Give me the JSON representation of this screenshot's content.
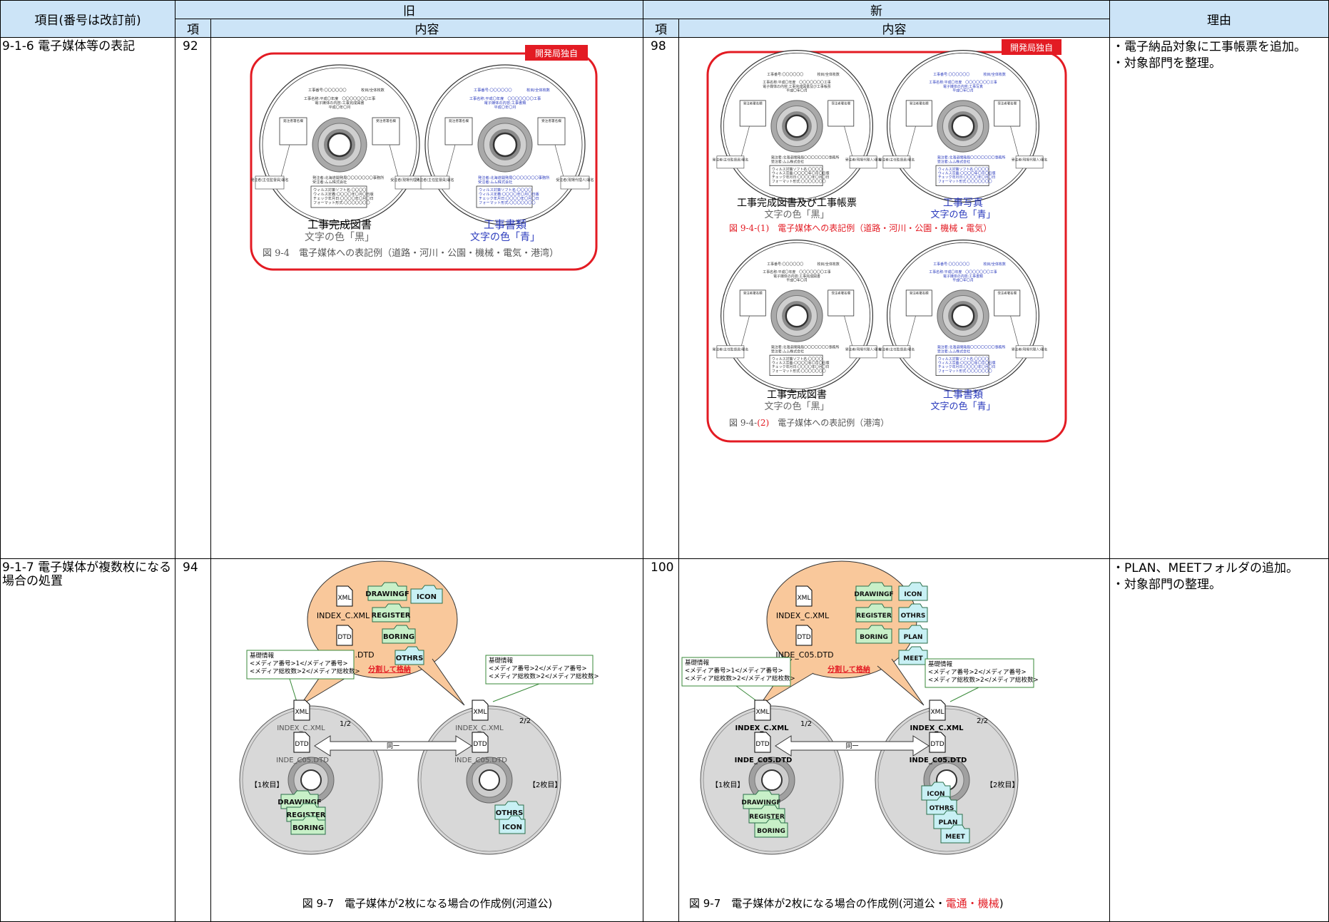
{
  "header": {
    "item": "項目(番号は改訂前)",
    "old": "旧",
    "new": "新",
    "reason": "理由",
    "kou_old": "項",
    "naiyou_old": "内容",
    "kou_new": "項",
    "naiyou_new": "内容"
  },
  "rows": [
    {
      "item": "9-1-6 電子媒体等の表記",
      "old_no": "92",
      "new_no": "98",
      "reason": [
        "・電子納品対象に工事帳票を追加。",
        "・対象部門を整理。"
      ],
      "badge": "開発局独自",
      "disc_labels": {
        "work_no": "工事番号:〇〇〇〇〇〇",
        "sheet": "枚目/全体枚数",
        "work_name": "工事名称:平成〇年度　〇〇〇〇〇〇〇工事",
        "content_zu": "電子媒体の内容:工事完成図書",
        "content_sho": "電子媒体の内容:工事書類",
        "content_zucho": "電子媒体の内容:工事完成図書及び工事帳票",
        "content_photo": "電子媒体の内容:工事写真",
        "date": "平成〇年〇月",
        "sign_client": "発注者署名欄",
        "sign_contractor": "受注者署名欄",
        "client_line": "発注者:北海道開発局〇〇〇〇〇〇〇事務所",
        "contractor_line": "受注者:ムム株式会社",
        "virus_soft": "ウィルス対策ソフト名:〇〇〇〇",
        "virus_def": "ウィルス定義:〇〇〇〇年〇月〇日版",
        "check_date": "チェック年月日:〇〇〇〇年〇月〇日",
        "format": "フォーマット形式:〇〇〇〇〇〇〇",
        "client_callout": "発注者(主任監督員)署名",
        "contractor_callout": "受注者(現場代理人)署名"
      },
      "old_titles": {
        "left": "工事完成図書",
        "left_color": "文字の色「黒」",
        "right": "工事書類",
        "right_color": "文字の色「青」"
      },
      "old_caption": "図 9-4　電子媒体への表記例（道路・河川・公園・機械・電気・港湾）",
      "new_titles1": {
        "left": "工事完成図書及び工事帳票",
        "left_color": "文字の色「黒」",
        "right": "工事写真",
        "right_color": "文字の色「青」"
      },
      "new_caption1": "図 9-4-(1)　電子媒体への表記例（道路・河川・公園・機械・電気）",
      "new_titles2": {
        "left": "工事完成図書",
        "left_color": "文字の色「黒」",
        "right": "工事書類",
        "right_color": "文字の色「青」"
      },
      "new_caption2_a": "図 9-4-",
      "new_caption2_b": "(2)",
      "new_caption2_c": "　電子媒体への表記例（港湾）"
    },
    {
      "item": "9-1-7 電子媒体が複数枚になる場合の処置",
      "old_no": "94",
      "new_no": "100",
      "reason": [
        "・PLAN、MEETフォルダの追加。",
        "・対象部門の整理。"
      ],
      "bubble": {
        "xml": "XML",
        "dtd": "DTD",
        "index": "INDEX_C.XML",
        "inde": "INDE_C05.DTD",
        "split": "分割して格納",
        "drawingf": "DRAWINGF",
        "icon": "ICON",
        "register": "REGISTER",
        "boring": "BORING",
        "othrs": "OTHRS",
        "plan": "PLAN",
        "meet": "MEET"
      },
      "info_left": {
        "title": "基礎情報",
        "l1": "<メディア番号>1</メディア番号>",
        "l2": "<メディア総枚数>2</メディア総枚数>"
      },
      "info_right": {
        "title": "基礎情報",
        "l1": "<メディア番号>2</メディア番号>",
        "l2": "<メディア総枚数>2</メディア総枚数>"
      },
      "disc": {
        "n1": "1/2",
        "n2": "2/2",
        "same": "同一",
        "first": "【1枚目】",
        "second": "【2枚目】"
      },
      "old_caption": "図 9-7　電子媒体が2枚になる場合の作成例(河道公)",
      "new_caption_a": "図 9-7　電子媒体が2枚になる場合の作成例(河道公・",
      "new_caption_b": "電通・機械",
      "new_caption_c": ")"
    }
  ],
  "colors": {
    "header_bg": "#cce4f7",
    "red": "#e31b23",
    "blue": "#2b3bbd",
    "bubble": "#f9c89b",
    "folder_green": "#c8f0c8",
    "folder_cyan": "#c8f0f4"
  }
}
